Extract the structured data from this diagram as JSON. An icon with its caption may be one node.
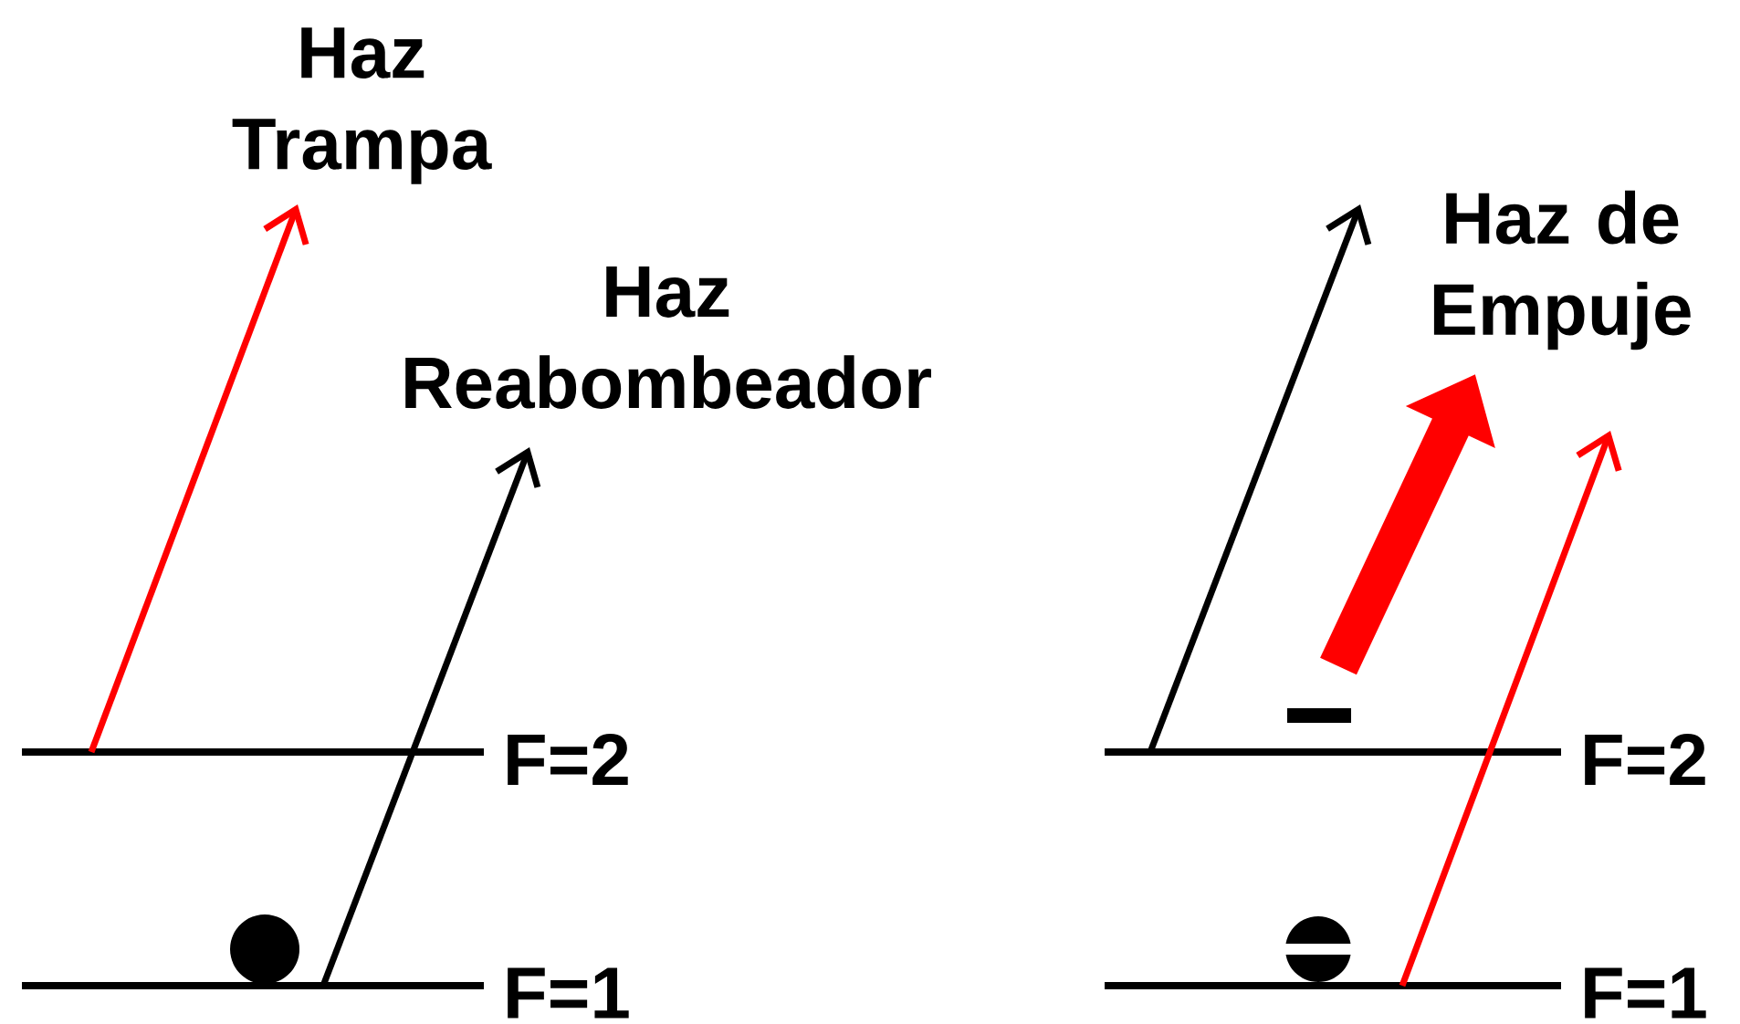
{
  "diagram": {
    "nodes": [
      {
        "text": [],
        "shape": "bar",
        "beside": [
          "F=2"
        ]
      },
      {
        "text": [],
        "shape": "bar",
        "beside": [
          "F=1"
        ]
      },
      {
        "text": [
          "Haz Trampa"
        ]
      },
      {
        "text": [
          "Haz Reabombeador"
        ]
      },
      {
        "text": [],
        "shape": "bar",
        "beside": [
          "F=2"
        ]
      },
      {
        "text": [],
        "shape": "bar",
        "beside": [
          "F=1"
        ]
      },
      {
        "text": [
          "Haz de Empuje"
        ]
      }
    ],
    "edges": [
      {
        "from": 0,
        "to": 2,
        "arrow": "to",
        "color": "#ff0000"
      },
      {
        "from": 1,
        "to": 3,
        "arrow": "to",
        "color": "#000000"
      },
      {
        "from": 4,
        "to": null,
        "arrow": "to",
        "color": "#000000"
      },
      {
        "from": 5,
        "to": null,
        "arrow": "to",
        "color": "#ff0000"
      },
      {
        "from": null,
        "to": 6,
        "arrow": "to",
        "style": "thick",
        "color": "#ff0000"
      }
    ]
  }
}
